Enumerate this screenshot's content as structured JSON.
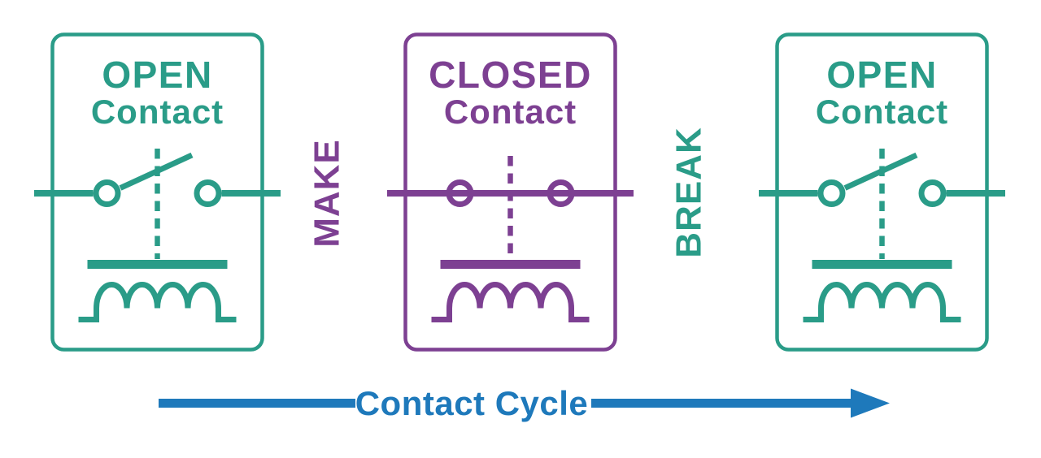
{
  "colors": {
    "teal": "#2a9c88",
    "purple": "#7d4092",
    "blue": "#1e79bb",
    "background": "#ffffff"
  },
  "boxes": [
    {
      "state_label": "OPEN",
      "type_label": "Contact",
      "color": "teal",
      "switch_state": "open"
    },
    {
      "state_label": "CLOSED",
      "type_label": "Contact",
      "color": "purple",
      "switch_state": "closed"
    },
    {
      "state_label": "OPEN",
      "type_label": "Contact",
      "color": "teal",
      "switch_state": "open"
    }
  ],
  "transitions": [
    {
      "label": "MAKE",
      "color": "purple"
    },
    {
      "label": "BREAK",
      "color": "teal"
    }
  ],
  "footer": {
    "label": "Contact Cycle",
    "color": "blue",
    "arrow_direction": "right"
  },
  "icons": {
    "relay_symbol": "relay-coil-and-contact-icon",
    "arrow": "right-arrow-icon"
  }
}
